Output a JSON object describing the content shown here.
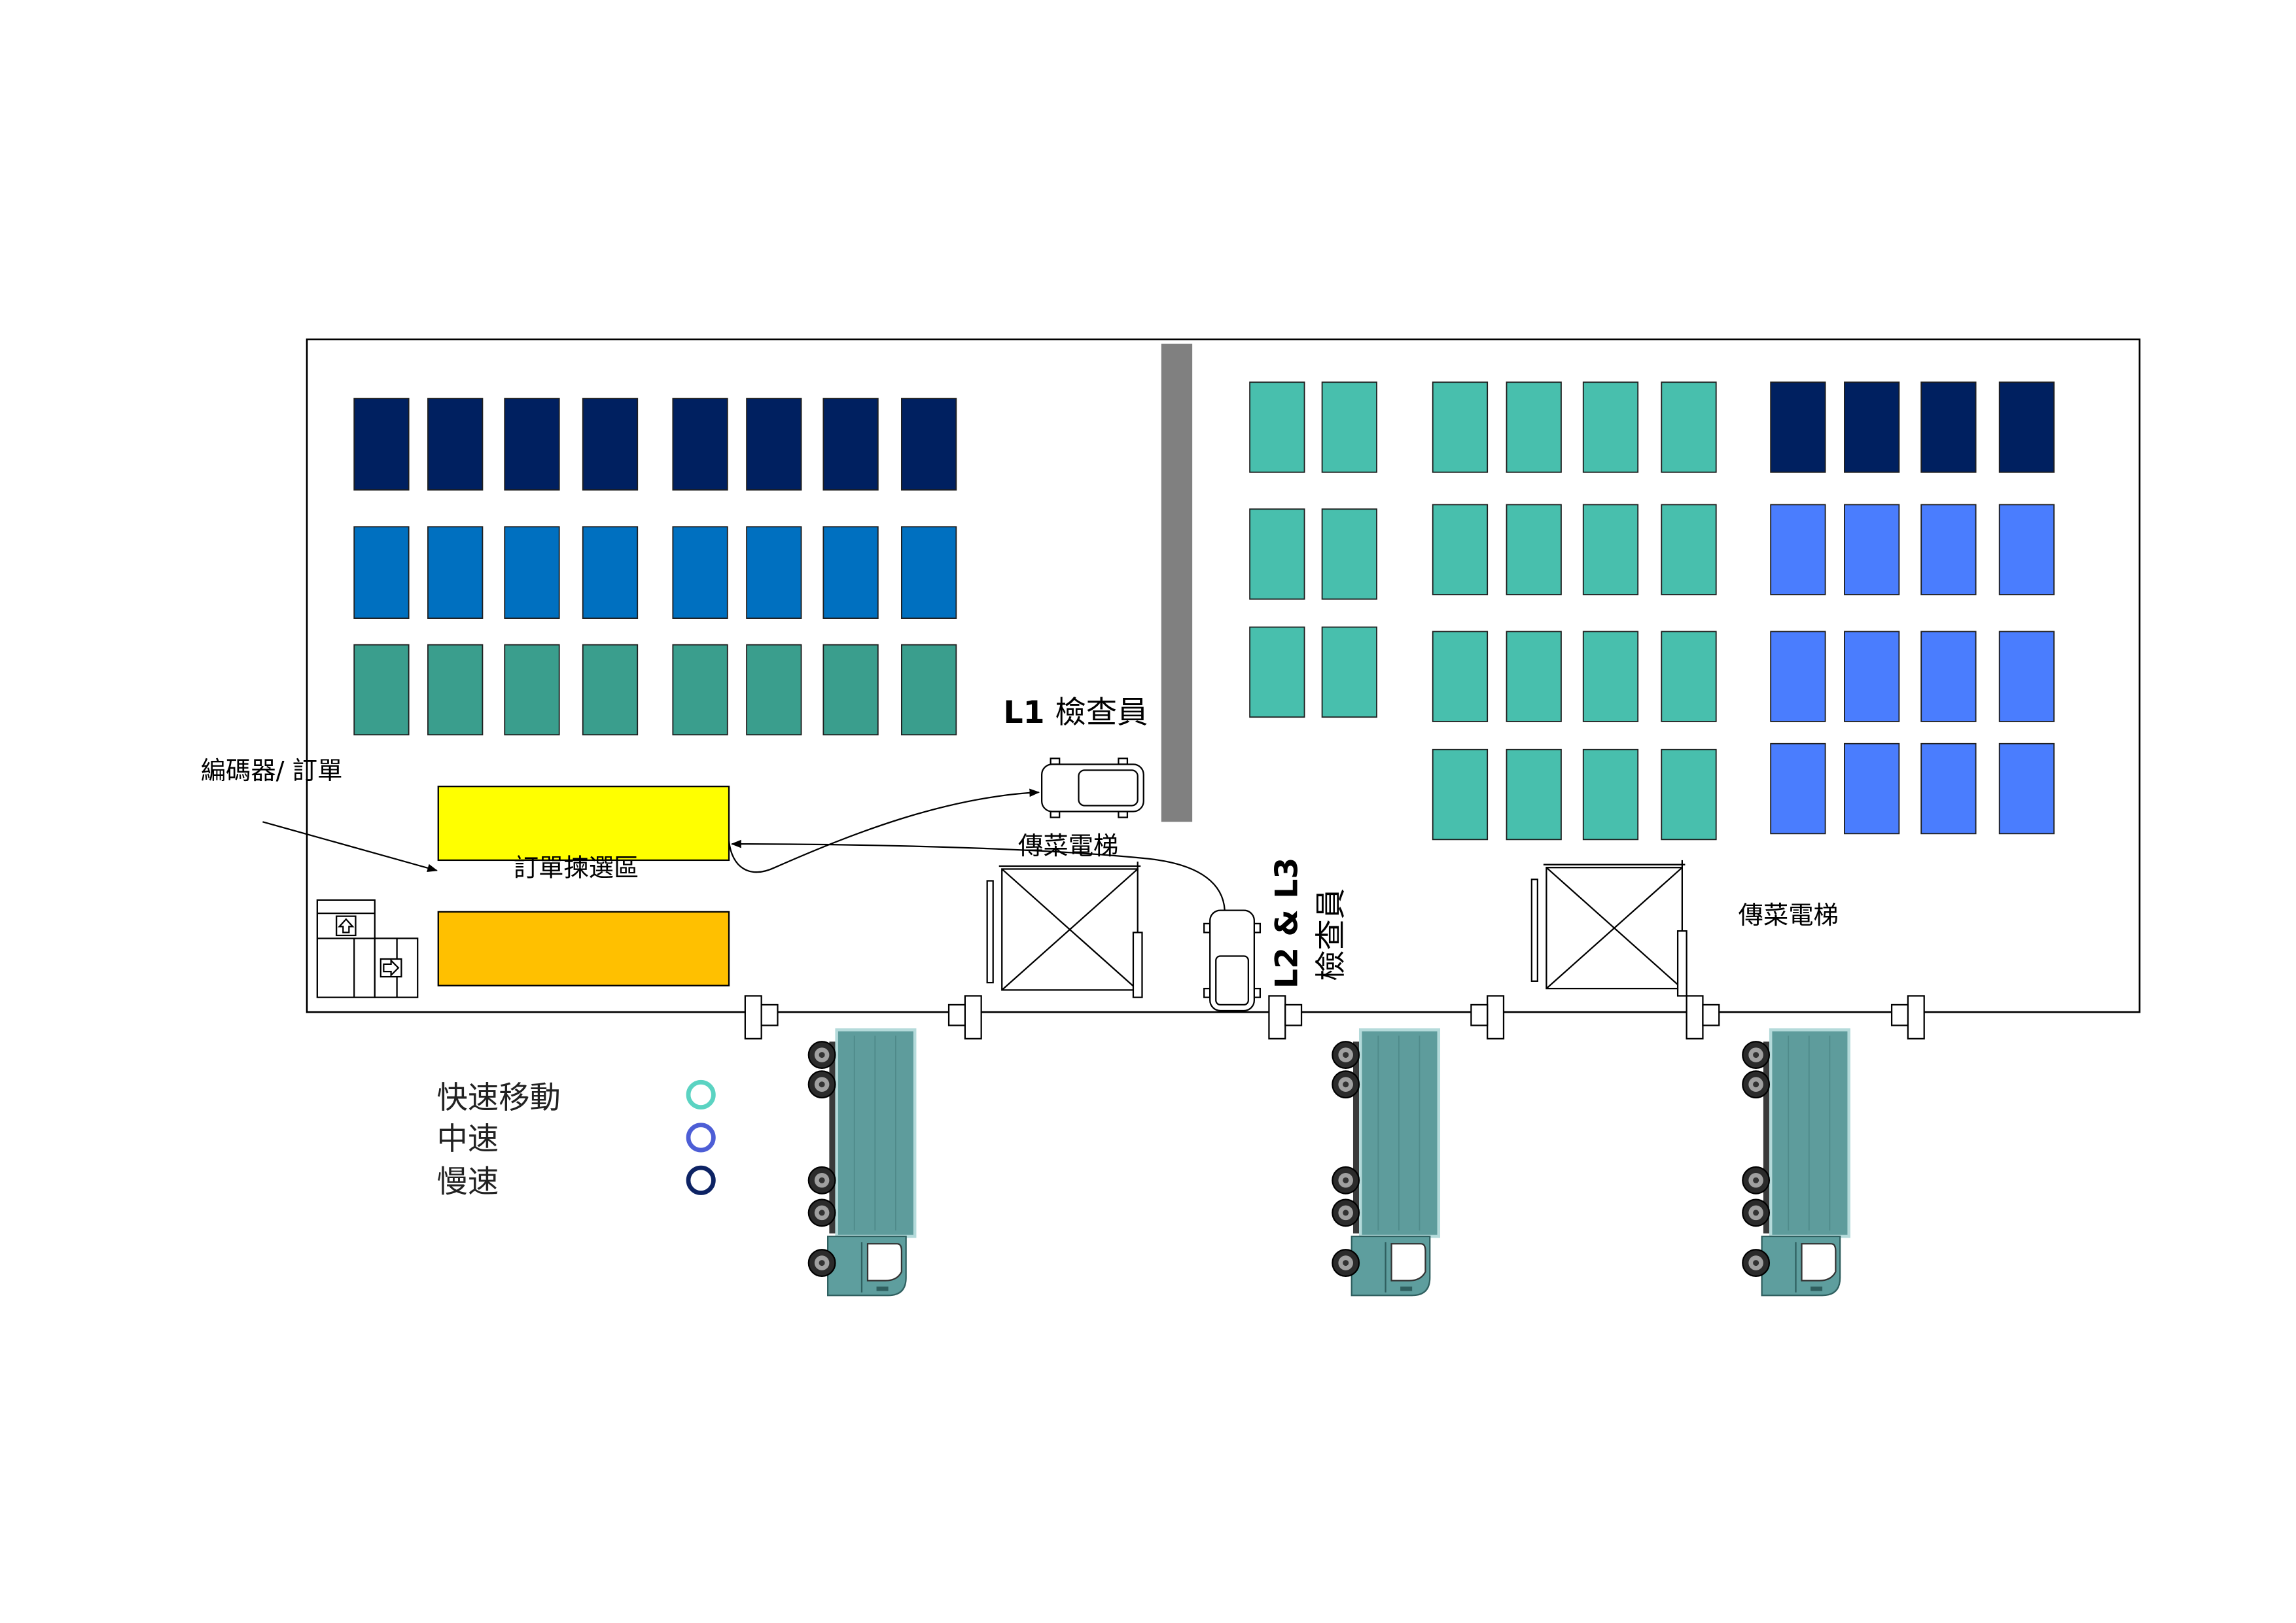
{
  "labels": {
    "encoder_order": "編碼器/ 訂單",
    "picking_area": "訂單揀選區",
    "l1_code": "L1",
    "l1_role": "檢查員",
    "elevator_left": "傳菜電梯",
    "elevator_right": "傳菜電梯",
    "l23_code": "L2 & L3",
    "l23_role": "檢查員"
  },
  "legend": [
    {
      "label": "快速移動",
      "icon": "circle-outline-icon",
      "color": "#5BD3C2"
    },
    {
      "label": "中速",
      "icon": "circle-outline-icon",
      "color": "#4D5ED6"
    },
    {
      "label": "慢速",
      "icon": "circle-outline-icon",
      "color": "#0D2364"
    }
  ],
  "icons": {
    "inspector_vehicle": "forklift-icon",
    "elevator": "elevator-icon",
    "truck": "truck-icon",
    "shelving": "shelving-unit-icon"
  },
  "colors": {
    "slow": "#002060",
    "medium_left": "#0070C0",
    "medium_right": "#4A7DFE",
    "fast_left": "#3A9E8D",
    "fast_right": "#48BFAD",
    "picking_primary": "#FFFF00",
    "picking_secondary": "#FFC000",
    "divider": "#808080",
    "truck": "#5E9C9C"
  }
}
